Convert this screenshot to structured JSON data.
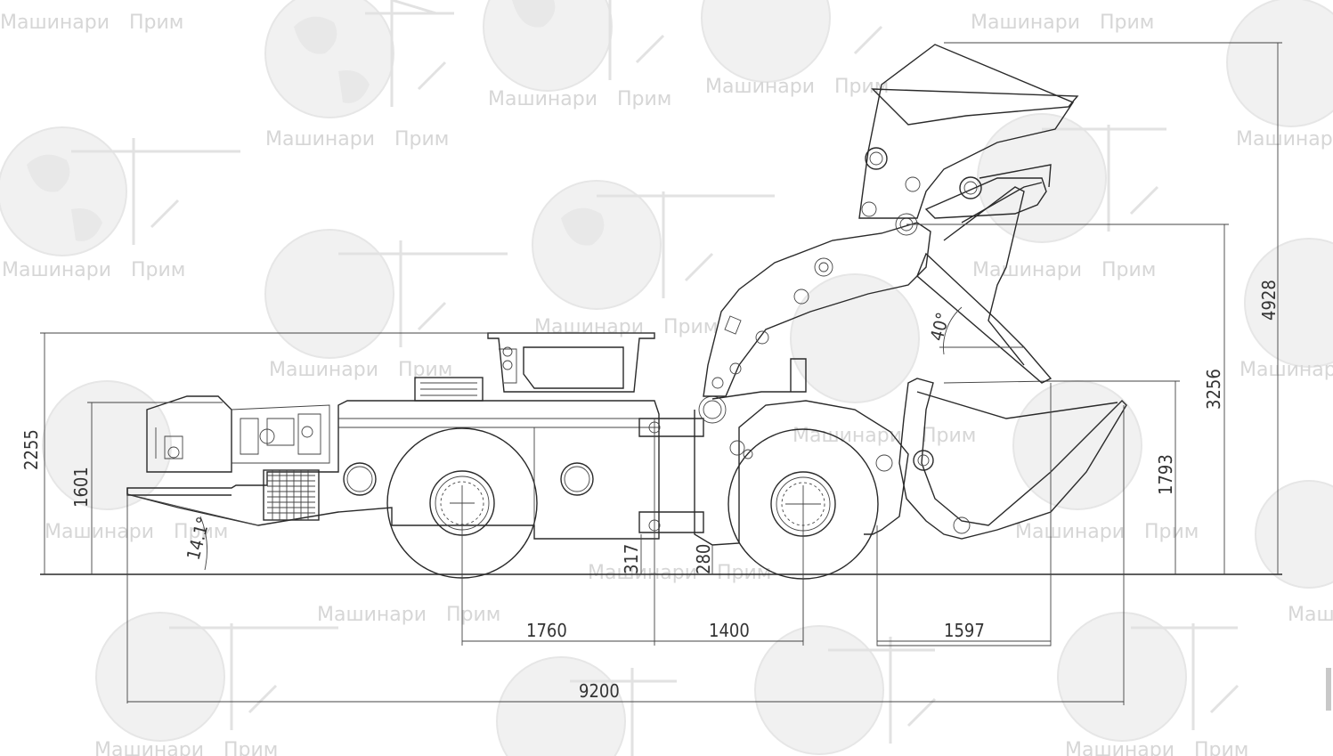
{
  "watermark": {
    "text_left": "Машинари",
    "text_right": "Прим"
  },
  "dimensions": {
    "overall_length": "9200",
    "overall_height": "2255",
    "body_height": "1601",
    "rear_angle": "14.1°",
    "rear_clearance": "317",
    "ground_clearance": "280",
    "rear_axle_to_hinge": "1760",
    "hinge_to_front_axle": "1400",
    "front_overhang": "1597",
    "max_lift_height": "4928",
    "hinge_pin_height": "3256",
    "dump_height": "1793",
    "dump_angle": "40°"
  },
  "colors": {
    "line": "#2a2a2a",
    "watermark": "#d6d6d6",
    "background": "#ffffff"
  }
}
